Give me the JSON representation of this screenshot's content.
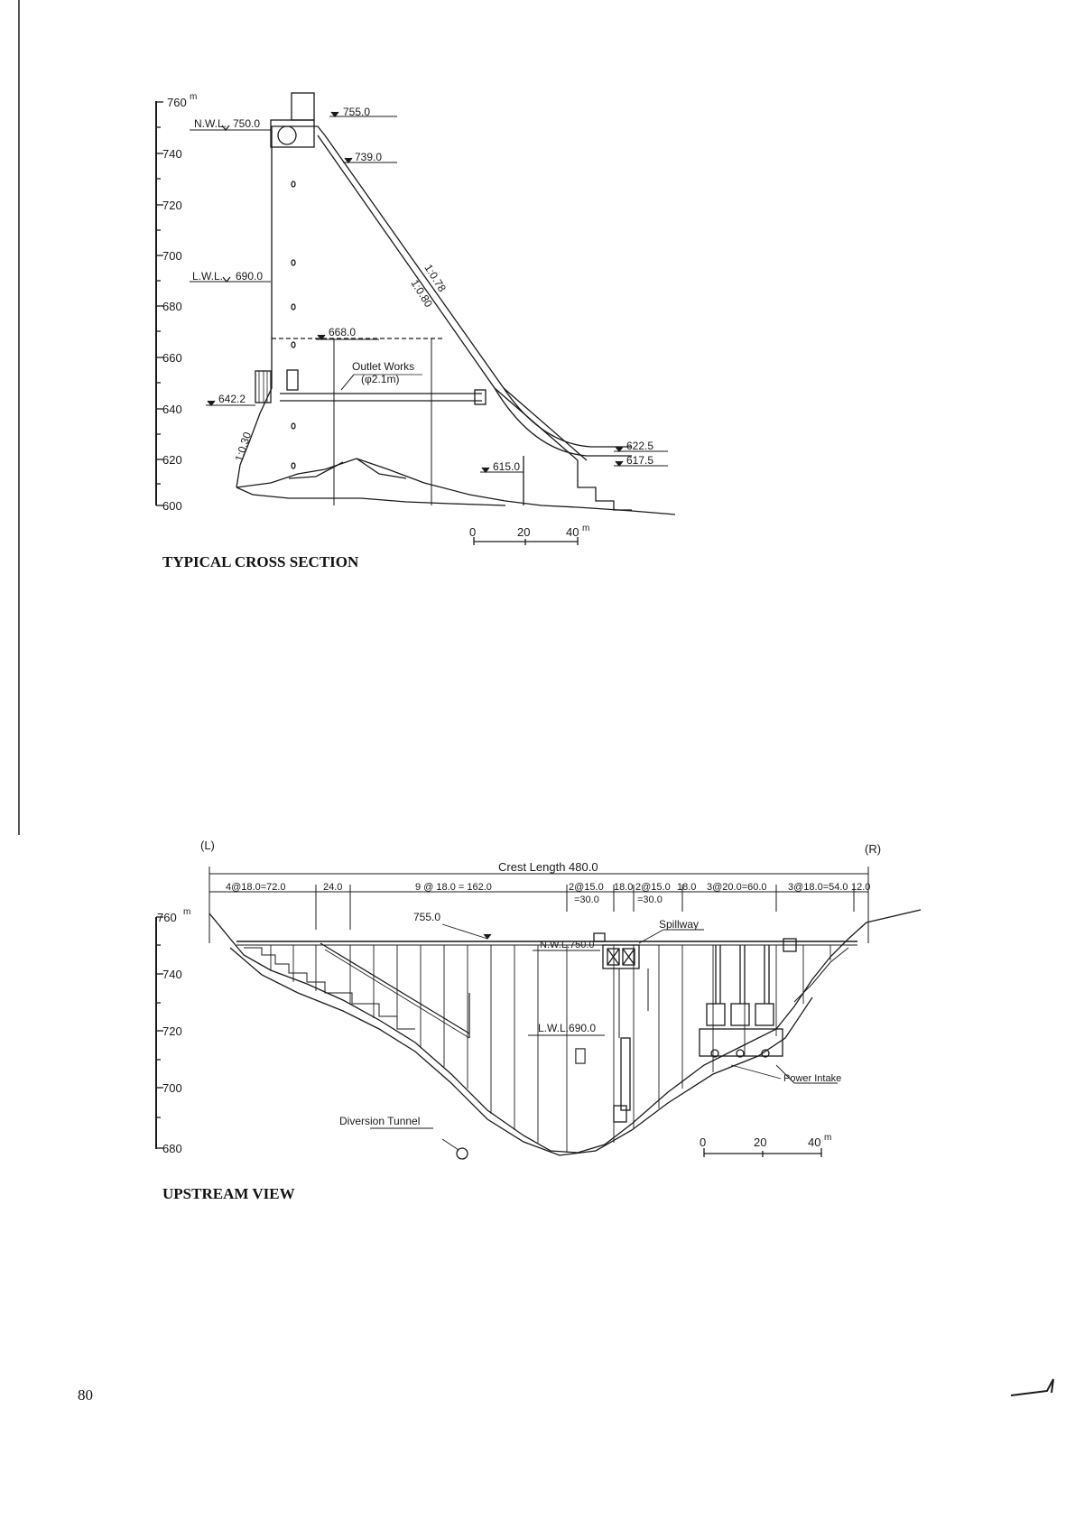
{
  "page_number": "80",
  "cross_section": {
    "caption": "TYPICAL CROSS SECTION",
    "axis_unit": "m",
    "axis_ticks": [
      "760",
      "740",
      "720",
      "700",
      "680",
      "660",
      "640",
      "620",
      "600"
    ],
    "labels": {
      "nwl": "N.W.L.",
      "nwl_value": "750.0",
      "lwl": "L.W.L.",
      "lwl_value": "690.0",
      "crest": "755.0",
      "elev_739": "739.0",
      "elev_668": "668.0",
      "elev_642": "642.2",
      "elev_615": "615.0",
      "elev_622": "622.5",
      "elev_617": "617.5",
      "outlet_title": "Outlet Works",
      "outlet_dim": "(φ2.1m)",
      "slope_078": "1:0.78",
      "slope_080": "1:0.80",
      "slope_030": "1:0.30"
    },
    "scale": {
      "ticks": [
        "0",
        "20",
        "40"
      ],
      "unit": "m"
    }
  },
  "upstream_view": {
    "caption": "UPSTREAM VIEW",
    "left_label": "(L)",
    "right_label": "(R)",
    "crest_length": "Crest Length   480.0",
    "axis_unit": "m",
    "axis_ticks": [
      "760",
      "740",
      "720",
      "700",
      "680"
    ],
    "dims": {
      "d1": "4@18.0=72.0",
      "d2": "24.0",
      "d3": "9 @ 18.0 = 162.0",
      "d4": "2@15.0",
      "d5": "18.0",
      "d6": "2@15.0",
      "d7": "18.0",
      "d8": "3@20.0=60.0",
      "d9": "3@18.0=54.0",
      "d10": "12.0",
      "d11": "=30.0",
      "d12": "=30.0"
    },
    "labels": {
      "crest": "755.0",
      "nwl": "N.W.L.750.0",
      "lwl": "L.W.L.690.0",
      "spillway": "Spillway",
      "power_intake": "Power Intake",
      "diversion_tunnel": "Diversion Tunnel"
    },
    "scale": {
      "ticks": [
        "0",
        "20",
        "40"
      ],
      "unit": "m"
    }
  }
}
